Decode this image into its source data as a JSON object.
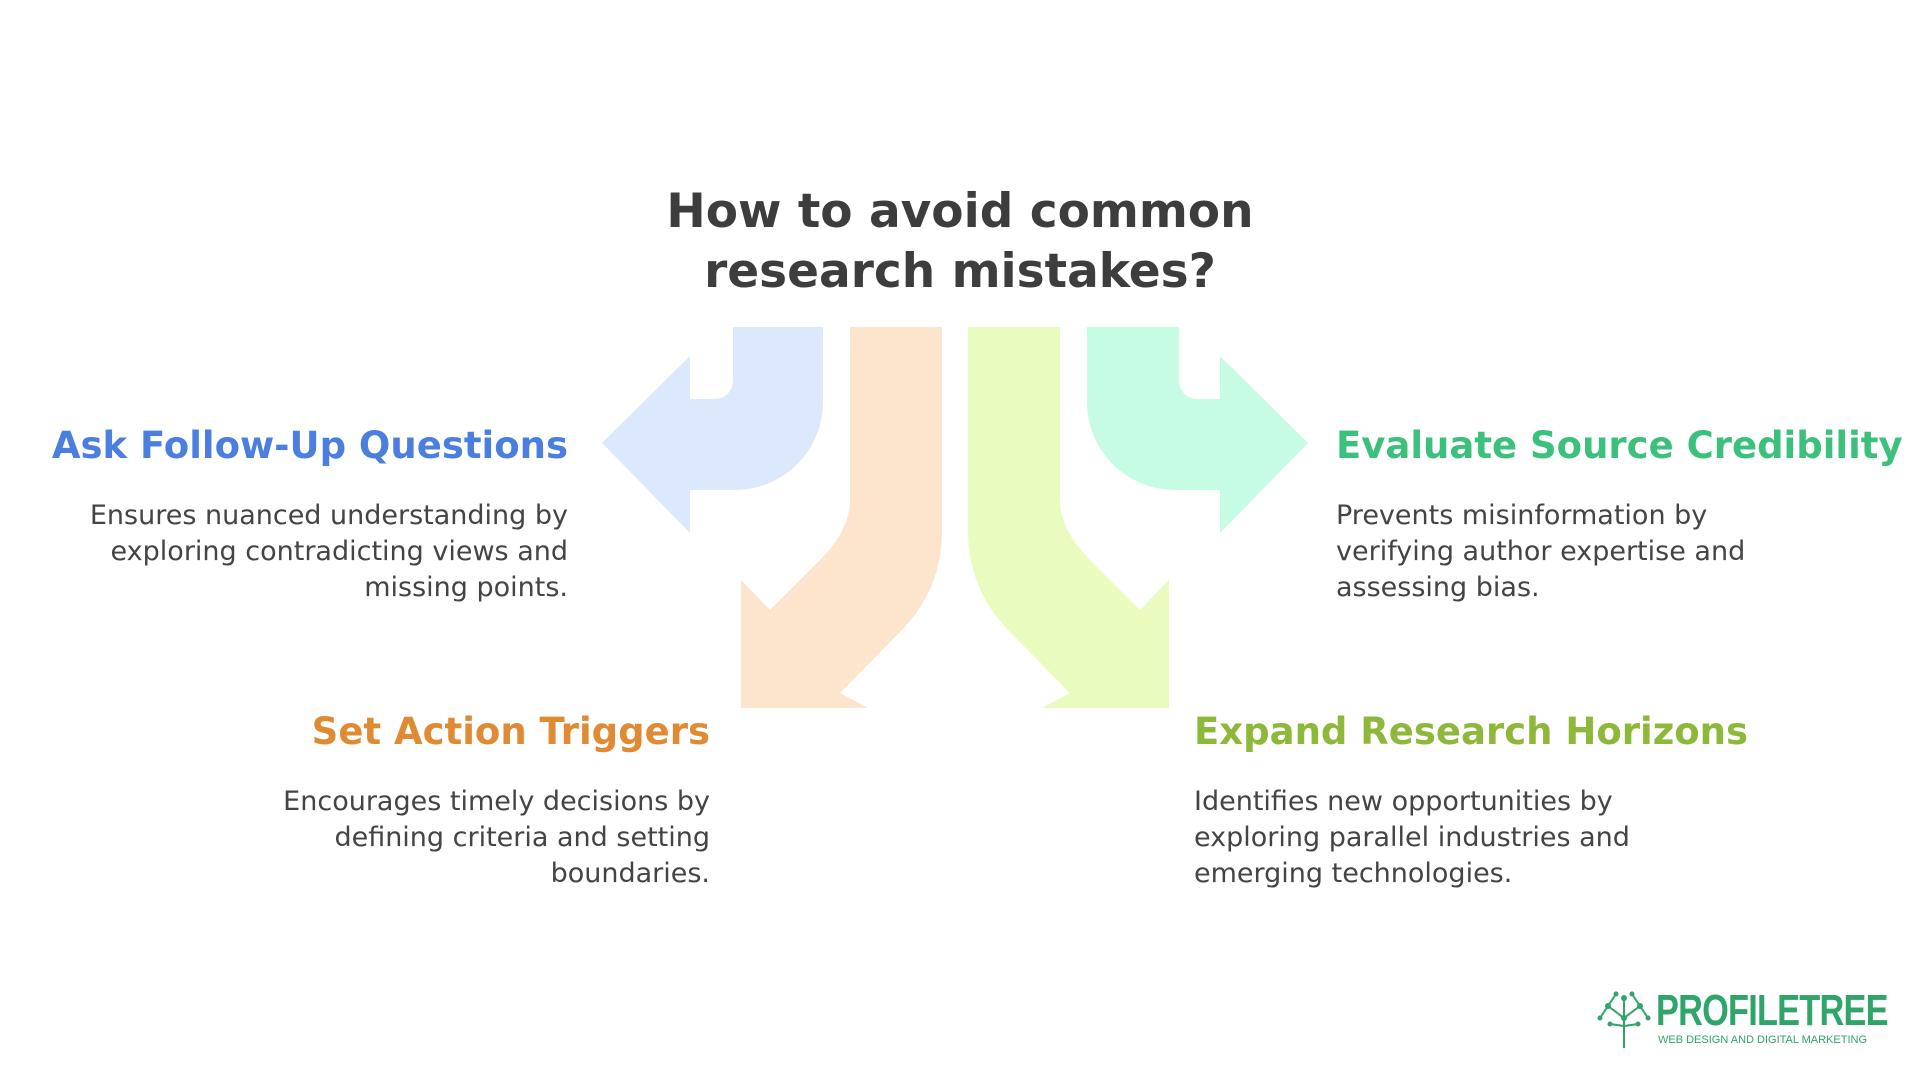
{
  "title": {
    "line1": "How to avoid common",
    "line2": "research mistakes?"
  },
  "items": {
    "follow_up": {
      "heading": "Ask Follow-Up Questions",
      "description": "Ensures nuanced understanding by exploring contradicting views and missing points.",
      "color": "#4a7fe0",
      "arrow_color": "#dce8fc"
    },
    "triggers": {
      "heading": "Set Action Triggers",
      "description": "Encourages timely decisions by defining criteria and setting boundaries.",
      "color": "#e08a33",
      "arrow_color": "#fde5cd"
    },
    "expand": {
      "heading": "Expand Research Horizons",
      "description": "Identifies new opportunities by exploring parallel industries and emerging technologies.",
      "color": "#8db83a",
      "arrow_color": "#e9fbbf"
    },
    "credibility": {
      "heading": "Evaluate Source Credibility",
      "description": "Prevents misinformation by verifying author expertise and assessing bias.",
      "color": "#3cc17c",
      "arrow_color": "#c6fbe4"
    }
  },
  "logo": {
    "name": "PROFILETREE",
    "tagline": "WEB DESIGN AND DIGITAL MARKETING",
    "icon": "tree-network-icon",
    "color": "#2fa56a"
  }
}
